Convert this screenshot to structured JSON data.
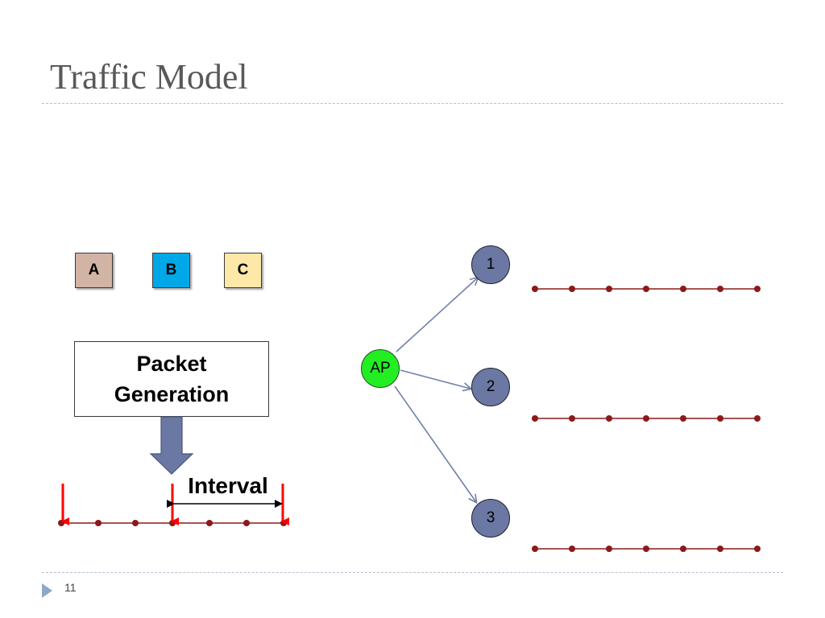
{
  "slide": {
    "title": "Traffic Model",
    "page_number": "11"
  },
  "types": [
    {
      "label": "A",
      "color": "#d2b4a4"
    },
    {
      "label": "B",
      "color": "#00a8e8"
    },
    {
      "label": "C",
      "color": "#fde8a8"
    }
  ],
  "generator": {
    "line1": "Packet",
    "line2": "Generation"
  },
  "interval_label": "Interval",
  "topology": {
    "ap_label": "AP",
    "nodes": [
      "1",
      "2",
      "3"
    ]
  },
  "colors": {
    "ap": "#22ee22",
    "station": "#6b78a3",
    "edge": "#7080a8",
    "timeline": "#8b1a1a",
    "marker": "#ff0000",
    "down_arrow": "#6b78a3"
  }
}
